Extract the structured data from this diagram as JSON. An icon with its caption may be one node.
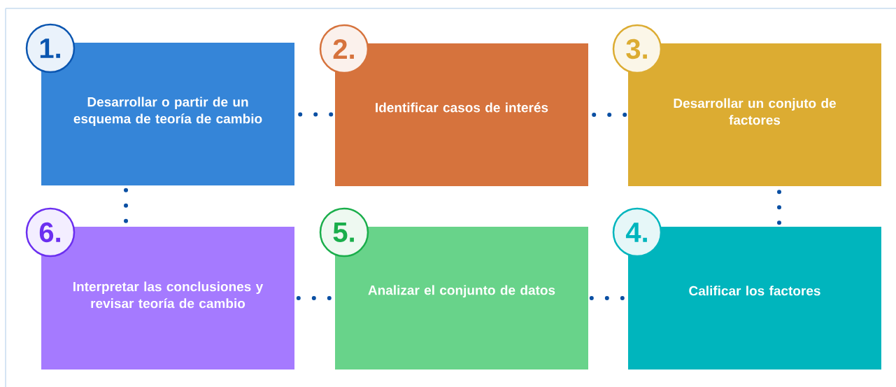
{
  "diagram": {
    "nodes": [
      {
        "text": [
          "1.",
          "Desarrollar o partir de un esquema de teoría de cambio"
        ]
      },
      {
        "text": [
          "2.",
          "Identificar casos de interés"
        ]
      },
      {
        "text": [
          "3.",
          "Desarrollar un conjuto de factores"
        ]
      },
      {
        "text": [
          "4.",
          "Calificar los factores"
        ]
      },
      {
        "text": [
          "5.",
          "Analizar el conjunto de datos"
        ]
      },
      {
        "text": [
          "6.",
          "Interpretar las conclusiones y revisar teoría de cambio"
        ]
      }
    ],
    "edges": [
      {
        "from": 0,
        "to": 1,
        "arrow": "none"
      },
      {
        "from": 1,
        "to": 2,
        "arrow": "none"
      },
      {
        "from": 2,
        "to": 3,
        "arrow": "none"
      },
      {
        "from": 3,
        "to": 4,
        "arrow": "none"
      },
      {
        "from": 4,
        "to": 5,
        "arrow": "none"
      },
      {
        "from": 5,
        "to": 0,
        "arrow": "none"
      }
    ]
  }
}
